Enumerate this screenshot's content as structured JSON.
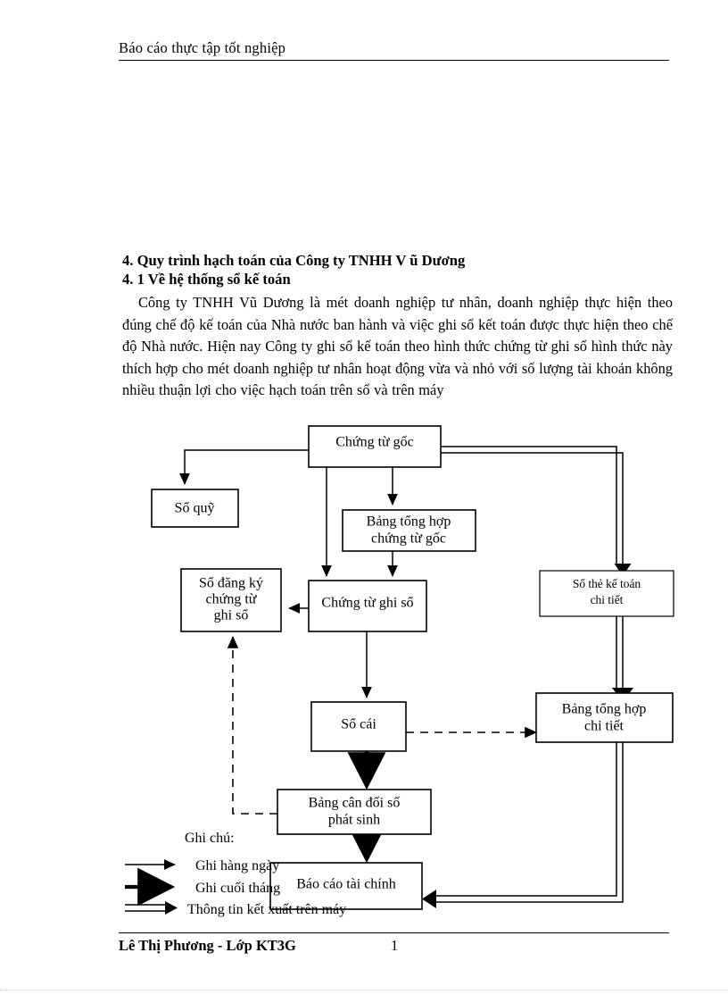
{
  "document": {
    "header": "Báo cáo thực tập tốt nghiệp",
    "footer_author": "Lê Thị Phương - Lớp KT3G",
    "footer_page": "1"
  },
  "content": {
    "heading_1": "4. Quy trình hạch toán của Công ty TNHH V ũ Dương",
    "heading_2": "4. 1 Về hệ thống sổ kế toán",
    "paragraph": "Công ty TNHH Vũ Dương là mét doanh nghiệp tư nhân, doanh nghiệp thực hiện theo đúng chế độ kế toán của Nhà nước ban hành và việc ghi sổ kết toán được thực hiện theo chế độ Nhà nước. Hiện nay Công ty ghi sổ kế toán theo hình thức chứng từ ghi sổ hình thức này thích hợp cho mét doanh nghiệp tư nhân hoạt động vừa và nhỏ với số lượng tài khoản không nhiều thuận lợi cho việc hạch toán trên sổ và trên máy"
  },
  "flowchart": {
    "nodes": {
      "chung_tu_goc": "Chứng từ gốc",
      "so_quy": "Sổ  quỹ",
      "bang_tong_hop_chung_tu_goc_l1": "Bảng tổng hợp",
      "bang_tong_hop_chung_tu_goc_l2": "chứng từ gốc",
      "so_dang_ky_l1": "Sổ đăng ký",
      "so_dang_ky_l2": "chứng từ",
      "so_dang_ky_l3": "ghi sổ",
      "chung_tu_ghi_so": "Chứng từ ghi sổ",
      "so_the_ke_toan_l1": "Sổ thẻ kế toán",
      "so_the_ke_toan_l2": "chi tiết",
      "so_cai": "Sổ cái",
      "bang_tong_hop_chi_tiet_l1": "Bảng tổng hợp",
      "bang_tong_hop_chi_tiet_l2": "chi tiết",
      "bang_can_doi_l1": "Bảng cân đối số",
      "bang_can_doi_l2": "phát sinh",
      "bao_cao_tai_chinh": "Báo cáo tài chính"
    },
    "legend": {
      "title": "Ghi chú:",
      "items": [
        "Ghi hàng ngày",
        "Ghi cuối tháng",
        "Thông tin kết xuất trên máy"
      ]
    }
  },
  "colors": {
    "ink": "#000000",
    "paper": "#ffffff"
  }
}
